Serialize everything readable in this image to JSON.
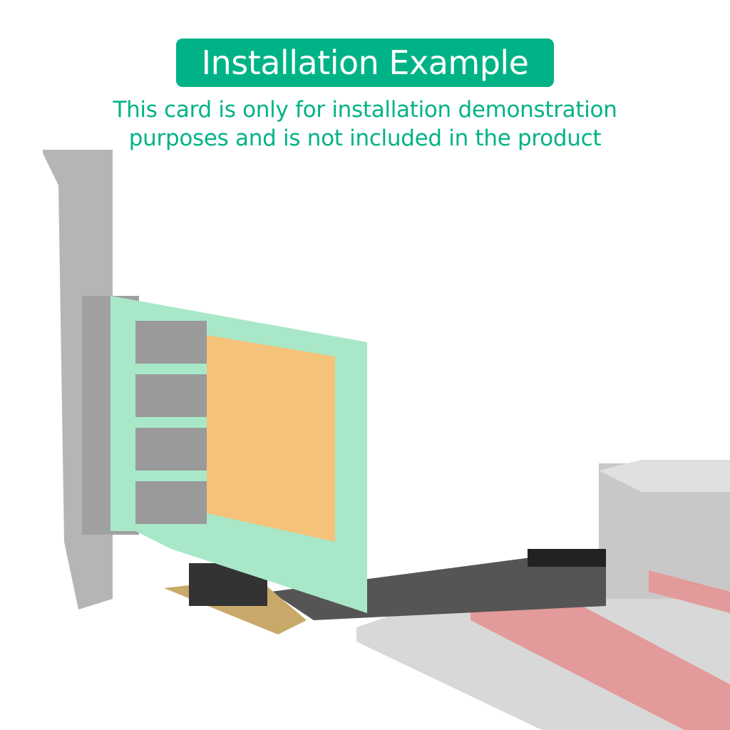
{
  "banner": {
    "title": "Installation Example"
  },
  "caption": {
    "line1": "This card is only for installation demonstration",
    "line2": "purposes and is not included in the product"
  },
  "colors": {
    "accent": "#00b386",
    "pcb": "#a8e8c8",
    "heatsink": "#f5c27a"
  }
}
